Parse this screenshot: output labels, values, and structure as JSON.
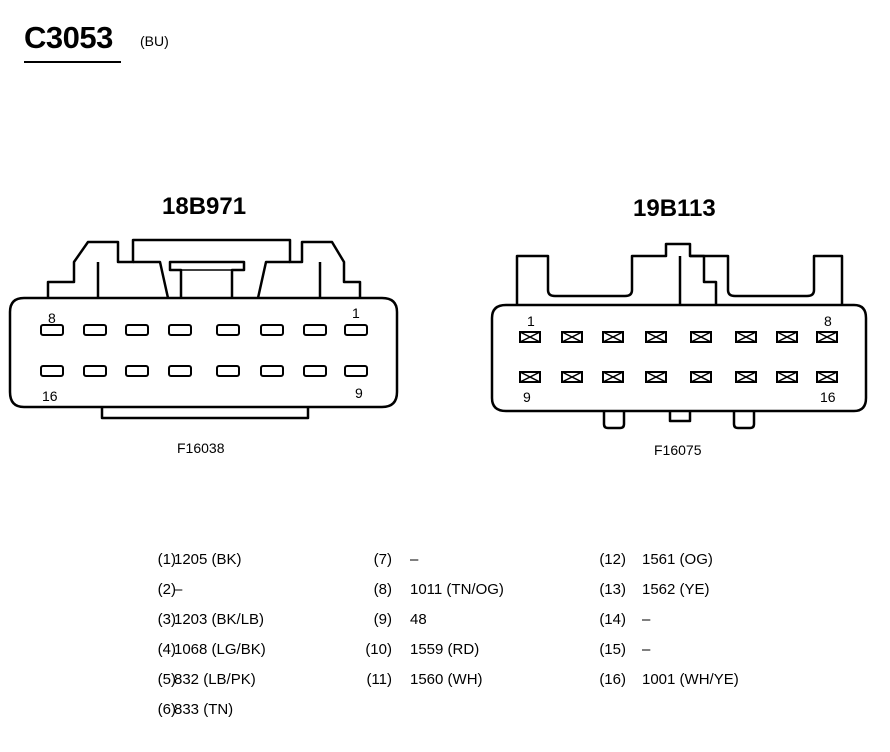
{
  "header": {
    "title": "C3053",
    "color_code": "(BU)"
  },
  "connectors": [
    {
      "label": "18B971",
      "figure": "F16038",
      "pin_labels": {
        "top_left": "8",
        "top_right": "1",
        "bottom_left": "16",
        "bottom_right": "9"
      }
    },
    {
      "label": "19B113",
      "figure": "F16075",
      "pin_labels": {
        "top_left": "1",
        "top_right": "8",
        "bottom_left": "9",
        "bottom_right": "16"
      }
    }
  ],
  "pin_table": {
    "col1": [
      {
        "num": "(1)",
        "value": "1205 (BK)"
      },
      {
        "num": "(2)",
        "value": "–"
      },
      {
        "num": "(3)",
        "value": "1203 (BK/LB)"
      },
      {
        "num": "(4)",
        "value": "1068 (LG/BK)"
      },
      {
        "num": "(5)",
        "value": "832 (LB/PK)"
      },
      {
        "num": "(6)",
        "value": "833 (TN)"
      }
    ],
    "col2": [
      {
        "num": "(7)",
        "value": "–"
      },
      {
        "num": "(8)",
        "value": "1011 (TN/OG)"
      },
      {
        "num": "(9)",
        "value": "48"
      },
      {
        "num": "(10)",
        "value": "1559 (RD)"
      },
      {
        "num": "(11)",
        "value": "1560 (WH)"
      }
    ],
    "col3": [
      {
        "num": "(12)",
        "value": "1561 (OG)"
      },
      {
        "num": "(13)",
        "value": "1562 (YE)"
      },
      {
        "num": "(14)",
        "value": "–"
      },
      {
        "num": "(15)",
        "value": "–"
      },
      {
        "num": "(16)",
        "value": "1001 (WH/YE)"
      }
    ]
  }
}
